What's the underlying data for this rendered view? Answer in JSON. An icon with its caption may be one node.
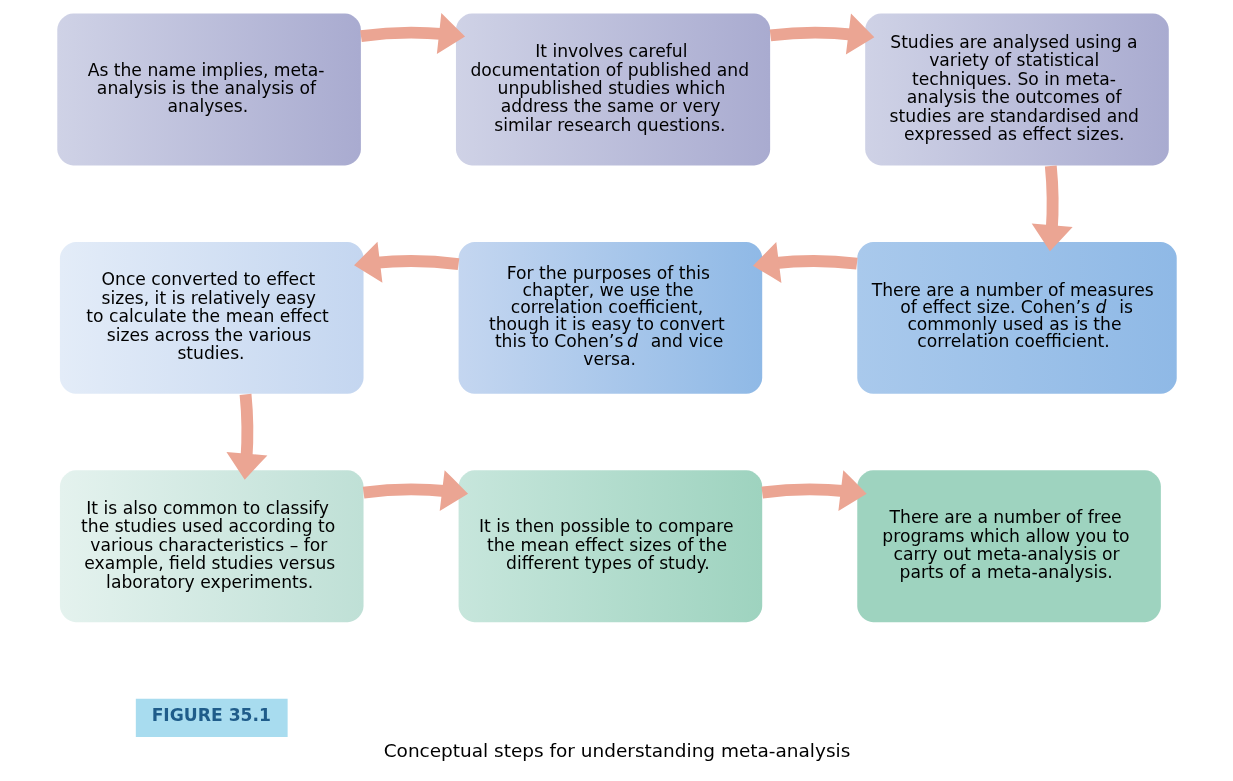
{
  "diagram": {
    "caption": "Conceptual steps for understanding meta-analysis",
    "nodes": [
      {
        "text": [
          "As the name implies, meta-analysis is the analysis of analyses."
        ]
      },
      {
        "text": [
          "It involves careful documentation of published and unpublished studies which address the same or very similar research questions."
        ]
      },
      {
        "text": [
          "Studies are analysed using a variety of statistical techniques. So in meta-analysis the outcomes of studies are standardised and expressed as effect sizes."
        ]
      },
      {
        "text": [
          "Once converted to effect sizes, it is relatively easy to calculate the mean effect sizes across the various studies."
        ]
      },
      {
        "text": [
          "For the purposes of this chapter, we use the correlation coefficient, though it is easy to convert this to Cohen’s *d* and vice versa."
        ]
      },
      {
        "text": [
          "There are a number of measures of effect size. Cohen’s *d* is commonly used as is the correlation coefficient."
        ]
      },
      {
        "text": [
          "It is also common to classify the studies used according to various characteristics – for example, field studies versus laboratory experiments."
        ]
      },
      {
        "text": [
          "It is then possible to compare the mean effect sizes of the different types of study."
        ]
      },
      {
        "text": [
          "There are a number of free programs which allow you to carry out meta-analysis or parts of a meta-analysis."
        ]
      }
    ],
    "edges": [
      {
        "from": 0,
        "to": 1,
        "arrow": "to"
      },
      {
        "from": 1,
        "to": 2,
        "arrow": "to"
      },
      {
        "from": 2,
        "to": 5,
        "arrow": "to"
      },
      {
        "from": 5,
        "to": 4,
        "arrow": "to"
      },
      {
        "from": 4,
        "to": 3,
        "arrow": "to"
      },
      {
        "from": 3,
        "to": 6,
        "arrow": "to"
      },
      {
        "from": 6,
        "to": 7,
        "arrow": "to"
      },
      {
        "from": 7,
        "to": 8,
        "arrow": "to"
      }
    ],
    "labels": [
      "FIGURE 35.1"
    ]
  }
}
